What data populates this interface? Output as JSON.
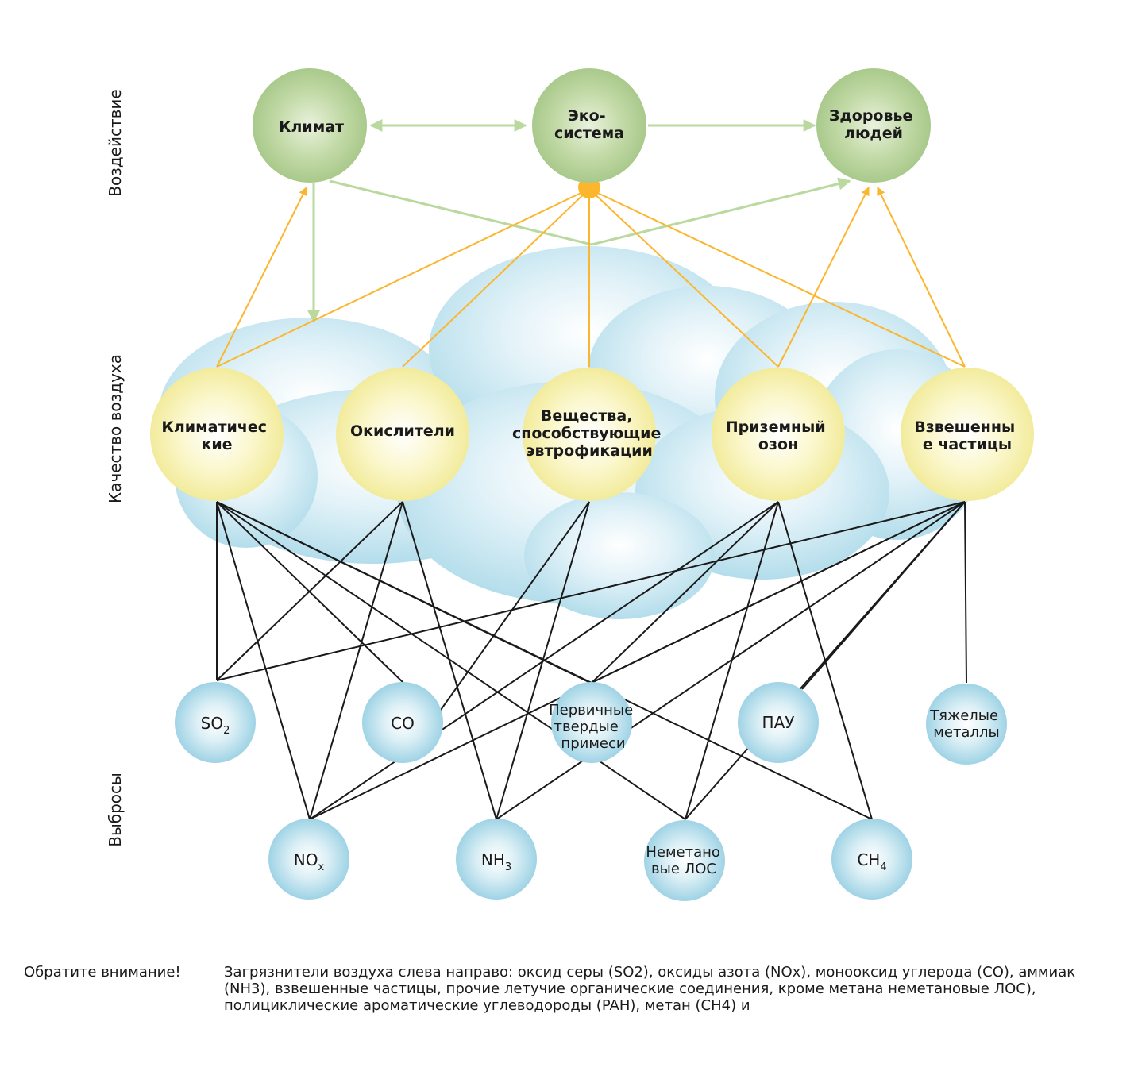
{
  "rows": {
    "impact": "Воздействие",
    "air_quality": "Качество воздуха",
    "emissions": "Выбросы"
  },
  "impact_nodes": {
    "climate": [
      "Климат"
    ],
    "ecosystem": [
      "Эко-",
      "система"
    ],
    "health": [
      "Здоровье",
      "людей"
    ]
  },
  "quality_nodes": {
    "climatic": [
      "Климатичес",
      "кие"
    ],
    "oxidants": [
      "Окислители"
    ],
    "eutrophication": [
      "Вещества,",
      "способствующие",
      "эвтрофикации"
    ],
    "ozone": [
      "Приземный",
      "озон"
    ],
    "particles": [
      "Взвешенны",
      "е частицы"
    ]
  },
  "emission_nodes": {
    "so2": {
      "base": "SO",
      "sub": "2"
    },
    "co": {
      "base": "CO",
      "sub": ""
    },
    "primary": [
      "Первичные",
      "твердые",
      "примеси"
    ],
    "pah": [
      "ПАУ"
    ],
    "metals": [
      "Тяжелые",
      "металлы"
    ],
    "nox": {
      "base": "NO",
      "sub": "x"
    },
    "nh3": {
      "base": "NH",
      "sub": "3"
    },
    "nmvoc": [
      "Неметано",
      "вые ЛОС"
    ],
    "ch4": {
      "base": "CH",
      "sub": "4"
    }
  },
  "colors": {
    "impact_green": "#b4cf96",
    "quality_yellow": "#f5f0a8",
    "emission_blue": "#a6d8e8",
    "cloud_blue": "#bfe3ef",
    "orange_arrow": "#fbb62e",
    "green_arrow": "#b9d99f"
  },
  "footnote": {
    "title": "Обратите внимание!",
    "text": "Загрязнители воздуха слева направо: оксид серы (SO2), оксиды азота (NOx), монооксид углерода (CO), аммиак (NH3), взвешенные частицы, прочие летучие органические соединения, кроме метана неметановые ЛОС), полициклические ароматические углеводороды (PAH), метан (CH4) и"
  }
}
